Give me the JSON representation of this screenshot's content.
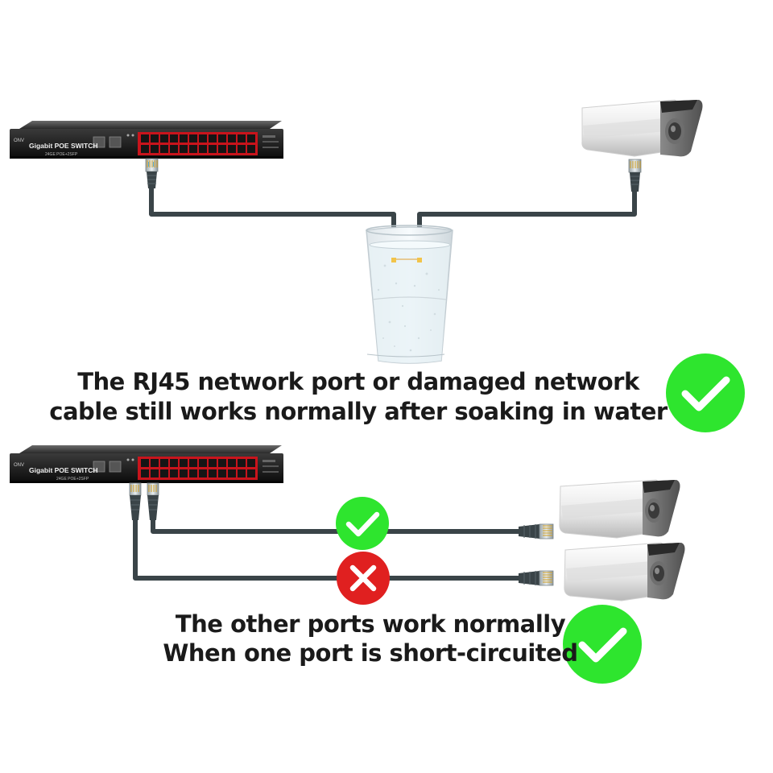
{
  "switch_top": {
    "brand": "ONV",
    "title": "Gigabit  POE  SWITCH",
    "subtitle": "24GE POE+2SFP"
  },
  "switch_bottom": {
    "brand": "ONV",
    "title": "Gigabit  POE  SWITCH",
    "subtitle": "24GE POE+2SFP"
  },
  "caption_top": {
    "line1": "The RJ45 network port or damaged network",
    "line2": "cable still works normally after soaking in water"
  },
  "caption_bottom": {
    "line1": "The other ports work normally",
    "line2": "When one port is short-circuited"
  },
  "colors": {
    "ok_green": "#2ee52e",
    "error_red": "#e02020",
    "cable": "#3a4448",
    "switch_body": "#1e1e1e",
    "port_panel": "#c8141c"
  },
  "icons": {
    "top_status": "check-icon",
    "good_cable": "check-icon",
    "bad_cable": "cross-icon",
    "bottom_status": "check-icon"
  }
}
